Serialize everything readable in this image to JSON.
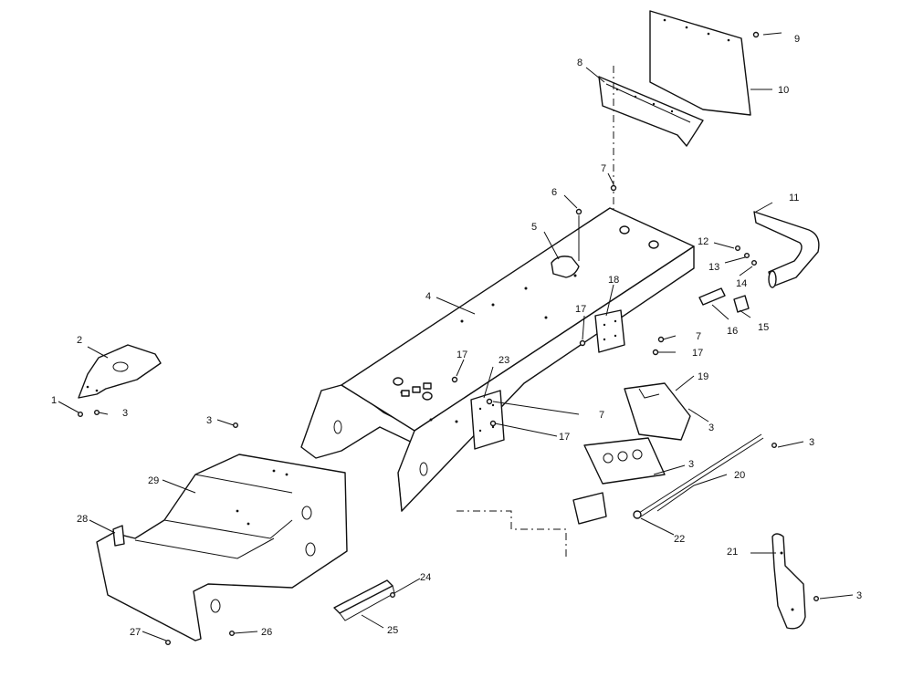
{
  "callouts": [
    {
      "id": "c1",
      "text": "1"
    },
    {
      "id": "c2",
      "text": "2"
    },
    {
      "id": "c3a",
      "text": "3"
    },
    {
      "id": "c3b",
      "text": "3"
    },
    {
      "id": "c3c",
      "text": "3"
    },
    {
      "id": "c3d",
      "text": "3"
    },
    {
      "id": "c3e",
      "text": "3"
    },
    {
      "id": "c3f",
      "text": "3"
    },
    {
      "id": "c4",
      "text": "4"
    },
    {
      "id": "c5",
      "text": "5"
    },
    {
      "id": "c6",
      "text": "6"
    },
    {
      "id": "c7a",
      "text": "7"
    },
    {
      "id": "c7b",
      "text": "7"
    },
    {
      "id": "c7c",
      "text": "7"
    },
    {
      "id": "c8",
      "text": "8"
    },
    {
      "id": "c9",
      "text": "9"
    },
    {
      "id": "c10",
      "text": "10"
    },
    {
      "id": "c11",
      "text": "11"
    },
    {
      "id": "c12",
      "text": "12"
    },
    {
      "id": "c13",
      "text": "13"
    },
    {
      "id": "c14",
      "text": "14"
    },
    {
      "id": "c15",
      "text": "15"
    },
    {
      "id": "c16",
      "text": "16"
    },
    {
      "id": "c17a",
      "text": "17"
    },
    {
      "id": "c17b",
      "text": "17"
    },
    {
      "id": "c17c",
      "text": "17"
    },
    {
      "id": "c17d",
      "text": "17"
    },
    {
      "id": "c18",
      "text": "18"
    },
    {
      "id": "c19",
      "text": "19"
    },
    {
      "id": "c20",
      "text": "20"
    },
    {
      "id": "c21",
      "text": "21"
    },
    {
      "id": "c22",
      "text": "22"
    },
    {
      "id": "c23",
      "text": "23"
    },
    {
      "id": "c24",
      "text": "24"
    },
    {
      "id": "c25",
      "text": "25"
    },
    {
      "id": "c26",
      "text": "26"
    },
    {
      "id": "c27",
      "text": "27"
    },
    {
      "id": "c28",
      "text": "28"
    },
    {
      "id": "c29",
      "text": "29"
    }
  ]
}
